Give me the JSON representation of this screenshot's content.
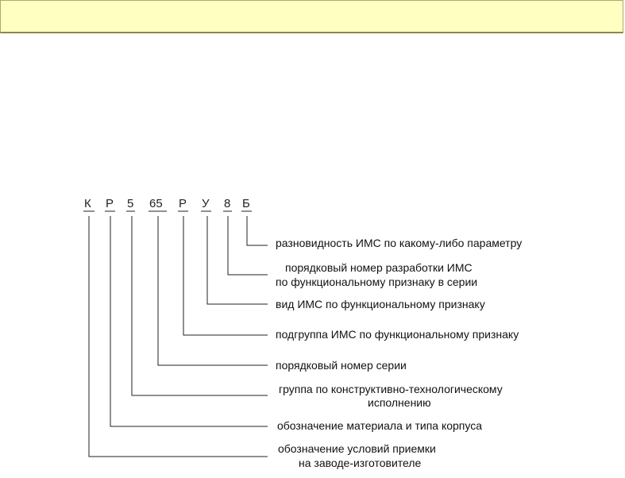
{
  "header": {
    "title": ""
  },
  "code": [
    {
      "id": "k",
      "text": "К"
    },
    {
      "id": "r1",
      "text": "Р"
    },
    {
      "id": "five",
      "text": "5"
    },
    {
      "id": "sixtyfive",
      "text": "65"
    },
    {
      "id": "r2",
      "text": "Р"
    },
    {
      "id": "u",
      "text": "У"
    },
    {
      "id": "eight",
      "text": "8"
    },
    {
      "id": "b",
      "text": "Б"
    }
  ],
  "descriptions": [
    {
      "id": "variant",
      "lines": [
        "разновидность ИМС по какому-либо параметру"
      ]
    },
    {
      "id": "dev-number",
      "lines": [
        "порядковый номер разработки ИМС",
        "по функциональному признаку в серии"
      ]
    },
    {
      "id": "type",
      "lines": [
        "вид ИМС по функциональному признаку"
      ]
    },
    {
      "id": "subgroup",
      "lines": [
        "подгруппа ИМС по функциональному признаку"
      ]
    },
    {
      "id": "series-number",
      "lines": [
        "порядковый номер серии"
      ]
    },
    {
      "id": "construction-group",
      "lines": [
        "группа по конструктивно-технологическому",
        "исполнению"
      ]
    },
    {
      "id": "material",
      "lines": [
        "обозначение материала и типа корпуса"
      ]
    },
    {
      "id": "acceptance",
      "lines": [
        "обозначение условий приемки",
        "на заводе-изготовителе"
      ]
    }
  ]
}
